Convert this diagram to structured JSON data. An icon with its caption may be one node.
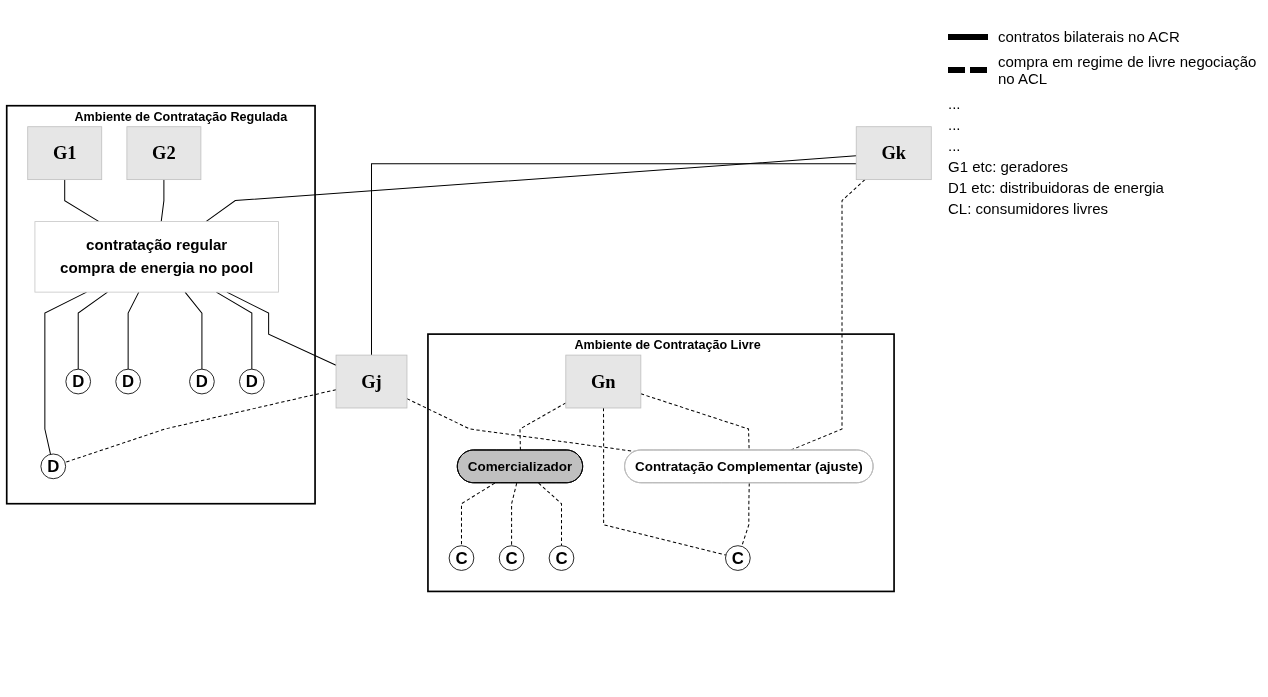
{
  "diagram": {
    "nodes": [
      {
        "text": [
          "Ambiente de Contratação Regulada"
        ]
      },
      {
        "text": [
          "G1"
        ],
        "in": 0
      },
      {
        "text": [
          "G2"
        ],
        "in": 0
      },
      {
        "text": [
          "contratação regular",
          "compra de energia no pool"
        ],
        "in": 0
      },
      {
        "text": [
          "Gk"
        ]
      },
      {
        "text": [
          "Gj"
        ]
      },
      {
        "text": [
          "D"
        ],
        "in": 0
      },
      {
        "text": [
          "D"
        ],
        "in": 0
      },
      {
        "text": [
          "D"
        ],
        "in": 0
      },
      {
        "text": [
          "D"
        ],
        "in": 0
      },
      {
        "text": [
          "D"
        ],
        "in": 0
      },
      {
        "text": [
          "Ambiente de Contratação Livre"
        ]
      },
      {
        "text": [
          "Gn"
        ],
        "in": 11
      },
      {
        "text": [
          "Contratação Complementar (ajuste)"
        ],
        "in": 11
      },
      {
        "text": [
          "Comercializador"
        ],
        "in": 11
      },
      {
        "text": [
          "C"
        ],
        "in": 11
      },
      {
        "text": [
          "C"
        ],
        "in": 11
      },
      {
        "text": [
          "C"
        ],
        "in": 11
      },
      {
        "text": [
          "C"
        ],
        "in": 11
      }
    ],
    "edges": [
      {
        "from": 4,
        "to": 5,
        "arrow": "none"
      },
      {
        "from": 1,
        "to": 3,
        "arrow": "none"
      },
      {
        "from": 2,
        "to": 3,
        "arrow": "none"
      },
      {
        "from": 4,
        "to": 3,
        "arrow": "none"
      },
      {
        "from": 3,
        "to": 5,
        "arrow": "none"
      },
      {
        "from": 3,
        "to": 6,
        "arrow": "none"
      },
      {
        "from": 3,
        "to": 7,
        "arrow": "none"
      },
      {
        "from": 3,
        "to": 8,
        "arrow": "none"
      },
      {
        "from": 3,
        "to": 9,
        "arrow": "none"
      },
      {
        "from": 3,
        "to": 10,
        "arrow": "none"
      },
      {
        "from": 4,
        "to": 13,
        "arrow": "none",
        "style": "dashed"
      },
      {
        "from": 5,
        "to": 13,
        "arrow": "none",
        "style": "dashed"
      },
      {
        "from": 5,
        "to": 10,
        "arrow": "none",
        "style": "dashed"
      },
      {
        "from": 12,
        "to": 13,
        "arrow": "none",
        "style": "dashed"
      },
      {
        "from": 12,
        "to": 16,
        "arrow": "none",
        "style": "dashed"
      },
      {
        "from": 12,
        "to": 14,
        "arrow": "none",
        "style": "dashed"
      },
      {
        "from": 13,
        "to": 16,
        "arrow": "none",
        "style": "dashed"
      },
      {
        "from": 14,
        "to": 15,
        "arrow": "none",
        "style": "dashed"
      },
      {
        "from": 14,
        "to": 17,
        "arrow": "none",
        "style": "dashed"
      },
      {
        "from": 14,
        "to": 18,
        "arrow": "none",
        "style": "dashed"
      }
    ],
    "labels": [
      "...",
      "...",
      "...",
      "G1 etc: geradores",
      "D1 etc: distribuidoras de energia",
      "CL: consumidores livres"
    ],
    "legend": [
      {
        "text": "contratos bilaterais no ACR"
      },
      {
        "text": "compra em regime de livre negociação no ACL"
      }
    ]
  }
}
